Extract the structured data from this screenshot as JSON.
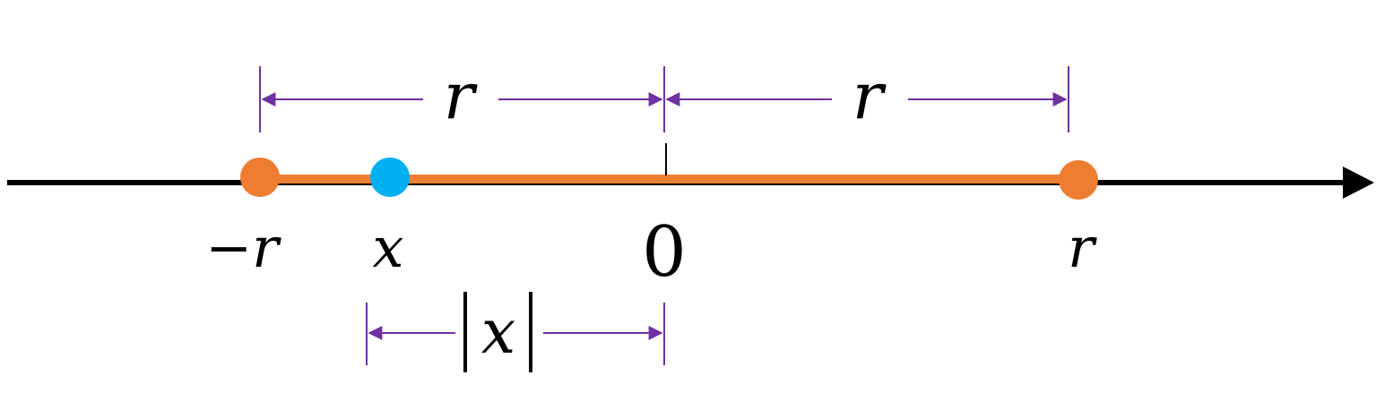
{
  "labels": {
    "neg_r": "−r",
    "x": "x",
    "zero": "0",
    "r": "r",
    "r_span_left": "r",
    "r_span_right": "r",
    "abs_x": "x"
  },
  "colors": {
    "axis": "#000000",
    "interval": "#ED7D31",
    "endpoint": "#ED7D31",
    "point_x": "#00B0F0",
    "dimension": "#7030A0"
  }
}
